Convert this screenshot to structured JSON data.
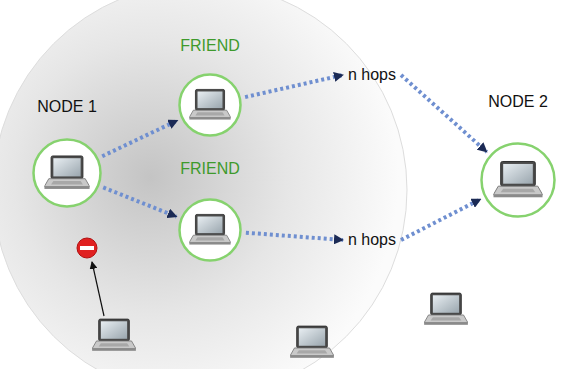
{
  "diagram": {
    "nodes": [
      {
        "text": [
          "NODE 1"
        ]
      },
      {
        "text": [
          "FRIEND"
        ]
      },
      {
        "text": [
          "FRIEND"
        ]
      },
      {
        "text": [
          "NODE 2"
        ]
      }
    ],
    "edges": [
      {
        "from": 0,
        "to": 1,
        "arrow": "to"
      },
      {
        "from": 0,
        "to": 2,
        "arrow": "to"
      },
      {
        "from": 1,
        "to": 3,
        "label": "n hops",
        "arrow": "to"
      },
      {
        "from": 2,
        "to": 3,
        "label": "n hops",
        "arrow": "to"
      }
    ]
  }
}
